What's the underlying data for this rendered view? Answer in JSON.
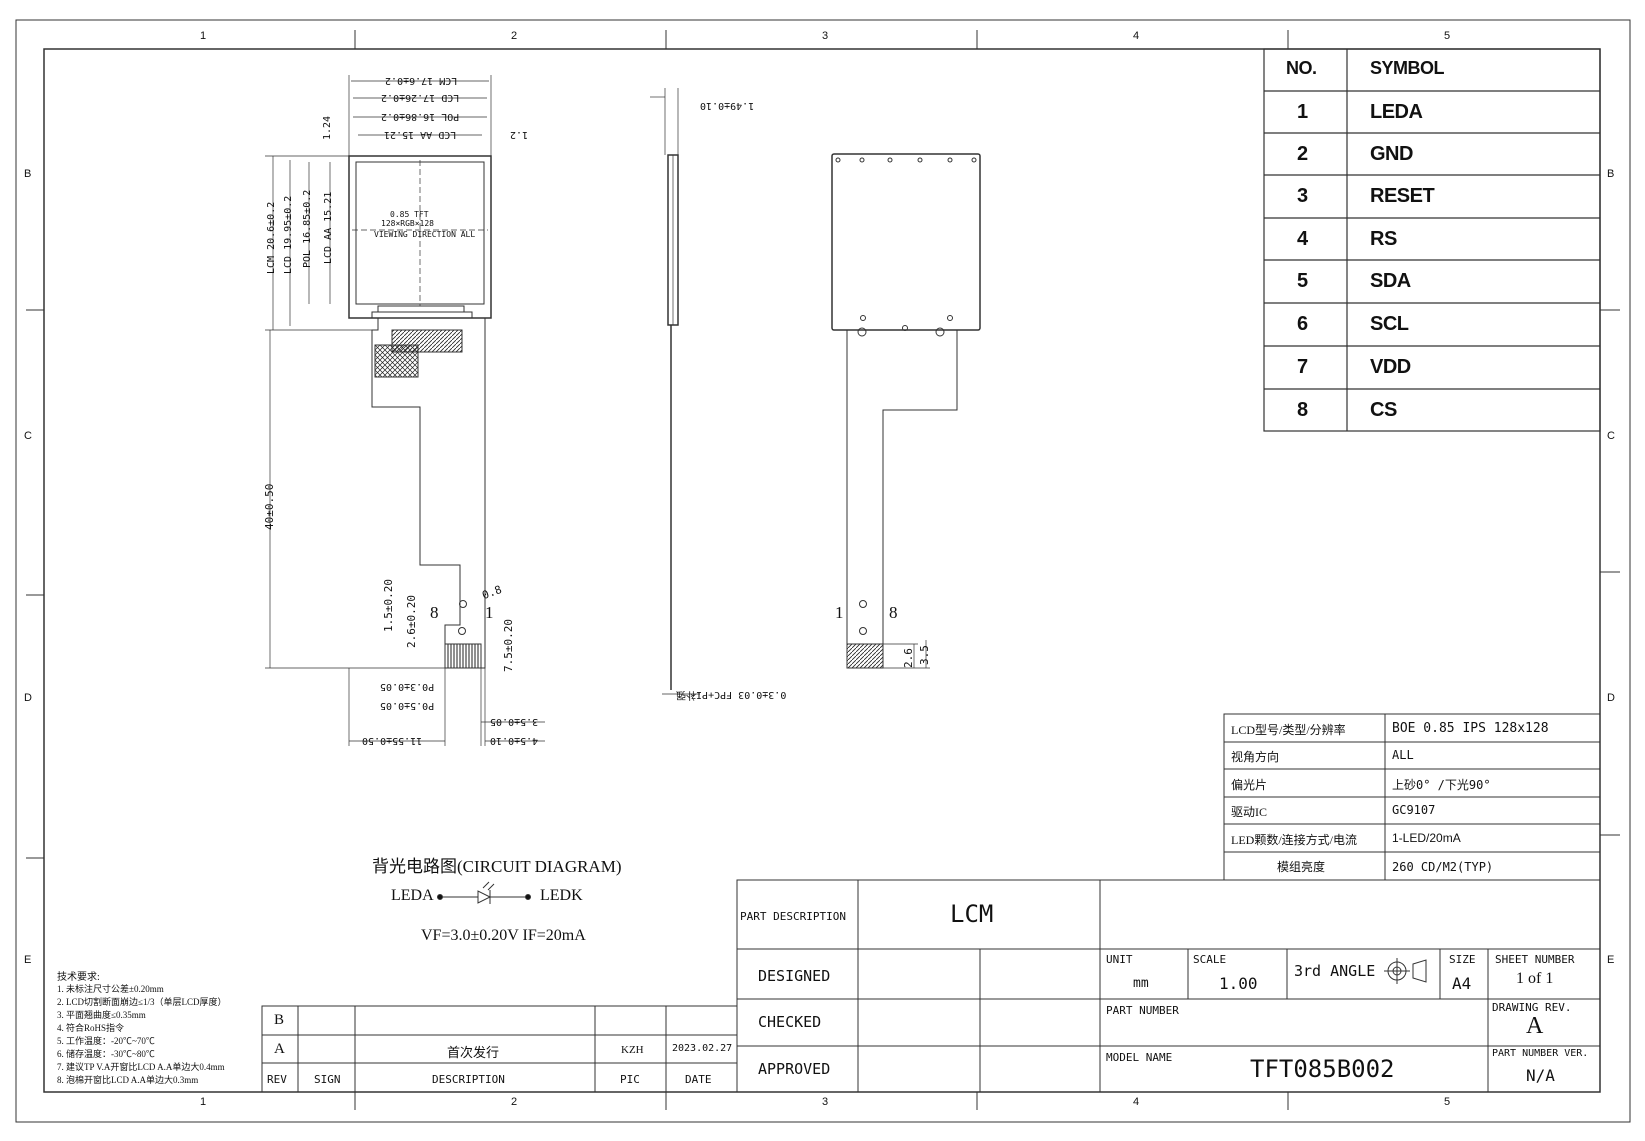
{
  "frame": {
    "cols": [
      "1",
      "2",
      "3",
      "4",
      "5"
    ],
    "rows": [
      "B",
      "C",
      "D",
      "E"
    ]
  },
  "drawing": {
    "lcd_center_text": [
      "0.85 TFT",
      "128×RGB×128",
      "VIEWING DIRECTION ALL"
    ],
    "top_dims": [
      "LCM 17.6±0.2",
      "LCD 17.26±0.2",
      "POL 16.86±0.2",
      "LCD AA 15.21"
    ],
    "top_small": [
      "1.24",
      "1.2"
    ],
    "side_dims": [
      "LCM 20.6±0.2",
      "LCD 19.95±0.2",
      "POL 16.85±0.2",
      "LCD AA 15.21"
    ],
    "fpc_length": "40±0.50",
    "fpc_dims": [
      "1.5±0.20",
      "2.6±0.20",
      "7.5±0.20",
      "0.8"
    ],
    "pin8": "8",
    "pin1": "1",
    "bottom_dims": [
      "P0.3±0.05",
      "P0.5±0.05",
      "11.55±0.50",
      "3.5±0.05",
      "4.5±0.10"
    ],
    "side_view_dims": [
      "1.49±0.10",
      "0.3±0.03 FPC+PI补强"
    ],
    "rear_pin1": "1",
    "rear_pin8": "8",
    "rear_dims": [
      "2.6",
      "3.5"
    ]
  },
  "pin_table": {
    "headers": [
      "NO.",
      "SYMBOL"
    ],
    "rows": [
      [
        "1",
        "LEDA"
      ],
      [
        "2",
        "GND"
      ],
      [
        "3",
        "RESET"
      ],
      [
        "4",
        "RS"
      ],
      [
        "5",
        "SDA"
      ],
      [
        "6",
        "SCL"
      ],
      [
        "7",
        "VDD"
      ],
      [
        "8",
        "CS"
      ]
    ]
  },
  "spec_table": [
    [
      "LCD型号/类型/分辨率",
      "BOE 0.85 IPS 128x128"
    ],
    [
      "视角方向",
      "ALL"
    ],
    [
      "偏光片",
      "上砂0° /下光90°"
    ],
    [
      "驱动IC",
      "GC9107"
    ],
    [
      "LED颗数/连接方式/电流",
      "1-LED/20mA"
    ],
    [
      "模组亮度",
      "260 CD/M2(TYP)"
    ]
  ],
  "circuit": {
    "title": "背光电路图(CIRCUIT DIAGRAM)",
    "left": "LEDA",
    "right": "LEDK",
    "params": "VF=3.0±0.20V IF=20mA"
  },
  "notes": {
    "title": "技术要求:",
    "items": [
      "1. 未标注尺寸公差±0.20mm",
      "2. LCD切割断面崩边≤1/3（单层LCD厚度）",
      "3. 平面翘曲度≤0.35mm",
      "4. 符合RoHS指令",
      "5. 工作温度：-20℃~70℃",
      "6. 储存温度：-30℃~80℃",
      "7. 建议TP V.A开窗比LCD A.A单边大0.4mm",
      "8. 泡棉开窗比LCD A.A单边大0.3mm"
    ]
  },
  "revision": {
    "rev_b": "B",
    "rev_a": "A",
    "desc_a": "首次发行",
    "pic_a": "KZH",
    "date_a": "2023.02.27",
    "headers": [
      "REV",
      "SIGN",
      "DESCRIPTION",
      "PIC",
      "DATE"
    ]
  },
  "title_block": {
    "part_description_label": "PART DESCRIPTION",
    "part_description": "LCM",
    "designed": "DESIGNED",
    "checked": "CHECKED",
    "approved": "APPROVED",
    "unit_label": "UNIT",
    "unit": "mm",
    "scale_label": "SCALE",
    "scale": "1.00",
    "angle": "3rd ANGLE",
    "size_label": "SIZE",
    "size": "A4",
    "sheet_label": "SHEET NUMBER",
    "sheet": "1 of 1",
    "part_number_label": "PART NUMBER",
    "drawing_rev_label": "DRAWING REV.",
    "drawing_rev": "A",
    "model_label": "MODEL NAME",
    "model": "TFT085B002",
    "pn_ver_label": "PART NUMBER VER.",
    "pn_ver": "N/A"
  }
}
